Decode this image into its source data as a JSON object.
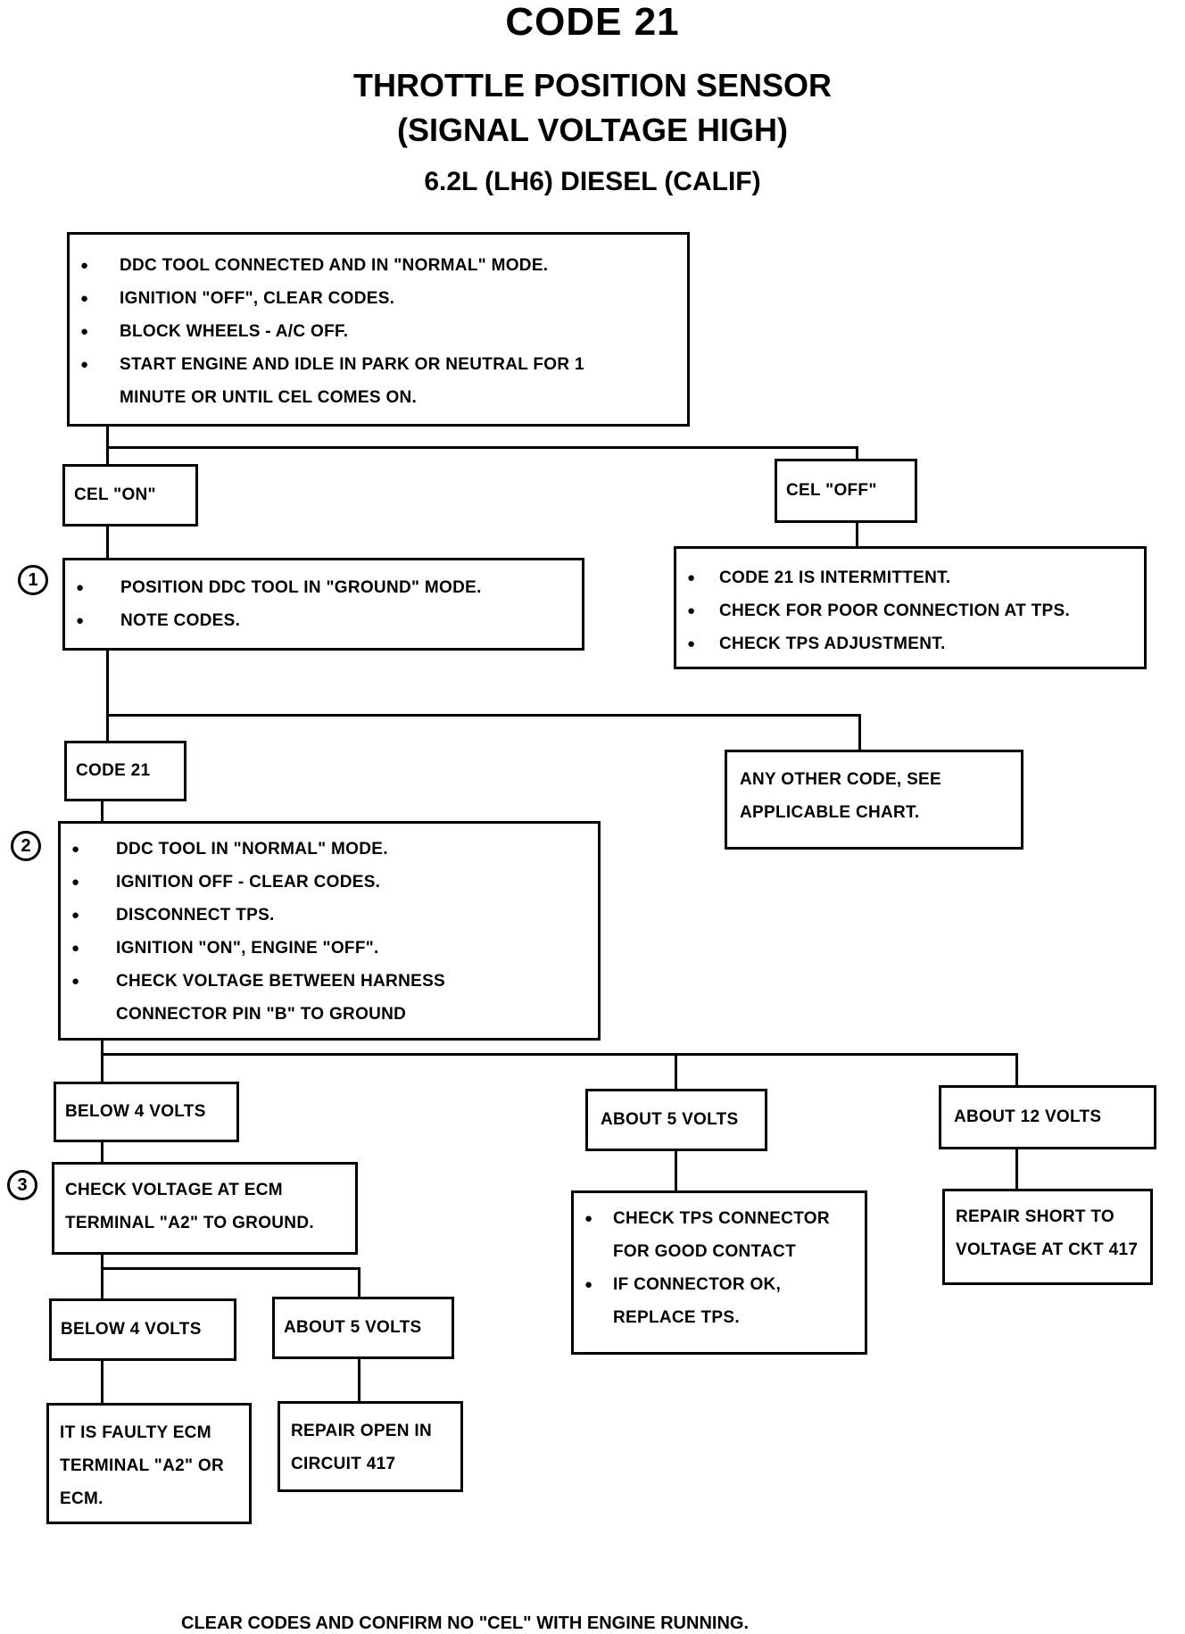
{
  "header": {
    "code": "CODE 21",
    "subtitle1": "THROTTLE POSITION SENSOR",
    "subtitle2": "(SIGNAL VOLTAGE HIGH)",
    "engine": "6.2L (LH6) DIESEL (CALIF)"
  },
  "initial": [
    "DDC TOOL CONNECTED AND IN \"NORMAL\" MODE.",
    "IGNITION \"OFF\", CLEAR CODES.",
    "BLOCK WHEELS - A/C OFF.",
    "START ENGINE AND IDLE IN PARK OR NEUTRAL FOR 1 MINUTE OR UNTIL CEL COMES ON."
  ],
  "cel_on": "CEL \"ON\"",
  "cel_off": "CEL \"OFF\"",
  "cel_off_steps": [
    "CODE 21 IS INTERMITTENT.",
    "CHECK FOR POOR CONNECTION AT TPS.",
    "CHECK TPS ADJUSTMENT."
  ],
  "steps": {
    "s1": "1",
    "s2": "2",
    "s3": "3"
  },
  "step1": [
    "POSITION DDC TOOL IN \"GROUND\" MODE.",
    "NOTE CODES."
  ],
  "code21": "CODE 21",
  "other_code": "ANY OTHER CODE, SEE APPLICABLE CHART.",
  "step2": [
    "DDC TOOL IN \"NORMAL\" MODE.",
    "IGNITION OFF - CLEAR CODES.",
    "DISCONNECT TPS.",
    "IGNITION \"ON\", ENGINE \"OFF\".",
    "CHECK VOLTAGE BETWEEN HARNESS CONNECTOR PIN \"B\" TO GROUND"
  ],
  "below4_a": "BELOW 4 VOLTS",
  "about5_a": "ABOUT 5 VOLTS",
  "about12": "ABOUT 12 VOLTS",
  "step3": "CHECK VOLTAGE AT ECM TERMINAL \"A2\" TO GROUND.",
  "about5_actions": [
    "CHECK TPS CONNECTOR FOR GOOD CONTACT",
    "IF CONNECTOR OK, REPLACE TPS."
  ],
  "repair_short": "REPAIR SHORT TO VOLTAGE AT CKT 417",
  "below4_b": "BELOW 4 VOLTS",
  "about5_b": "ABOUT 5 VOLTS",
  "faulty_ecm": "IT IS FAULTY ECM TERMINAL \"A2\" OR ECM.",
  "repair_open": "REPAIR OPEN IN CIRCUIT 417",
  "footer": "CLEAR CODES AND CONFIRM NO \"CEL\" WITH ENGINE RUNNING."
}
